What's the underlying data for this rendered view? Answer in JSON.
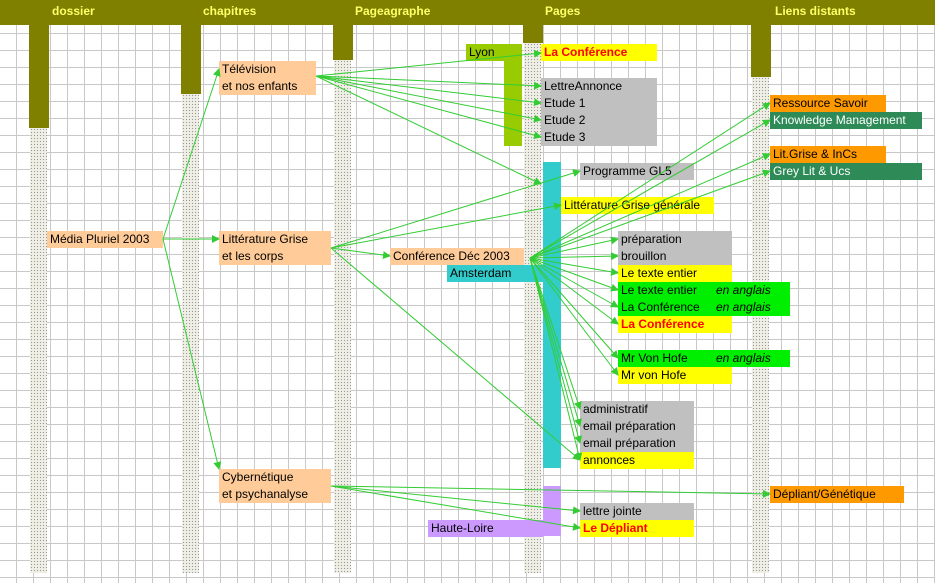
{
  "header": {
    "dossier": "dossier",
    "chapitres": "chapitres",
    "pageagraphe": "Pageagraphe",
    "pages": "Pages",
    "liens": "Liens distants"
  },
  "dossier": {
    "media": "Média Pluriel 2003"
  },
  "chapitres": {
    "tv1": "Télévision",
    "tv2": "et nos enfants",
    "lit1": "Littérature Grise",
    "lit2": "et les corps",
    "cyb1": "Cybernétique",
    "cyb2": "et psychanalyse"
  },
  "pageagraphe": {
    "lyon": "Lyon",
    "conf": "Conférence Déc 2003",
    "amsterdam": "Amsterdam",
    "haute_loire": "Haute-Loire"
  },
  "pages": {
    "la_conference_top": "La Conférence",
    "lettre_annonce": "LettreAnnonce",
    "etude1": "Etude 1",
    "etude2": "Etude 2",
    "etude3": "Etude 3",
    "programme": "Programme GL5",
    "lit_grise_gen": "Littérature Grise générale",
    "preparation": "préparation",
    "brouillon": "brouillon",
    "texte_entier": "Le texte entier",
    "texte_entier_en": "Le texte entier",
    "la_conf_en": "La Conférence",
    "en_anglais": "en anglais",
    "la_conference_red": "La Conférence",
    "mr_von_hofe_en": "Mr Von Hofe",
    "mr_von_hofe": "Mr von Hofe",
    "administratif": "administratif",
    "email1": "email préparation",
    "email2": "email préparation",
    "annonces": "annonces",
    "lettre_jointe": "lettre jointe",
    "le_depliant": "Le Dépliant"
  },
  "liens": {
    "ressource": "Ressource Savoir",
    "knowledge": "Knowledge Management",
    "lit_grise_incs": "Lit.Grise & InCs",
    "grey_lit": "Grey Lit & Ucs",
    "depliant_gen": "Dépliant/Génétique"
  },
  "colors": {
    "header": "#808000",
    "header_text": "#ffff66",
    "arrow": "#33cc33",
    "peach": "#ffcc99",
    "yellow": "#ffff00",
    "gray": "#c0c0c0",
    "green": "#00ee00",
    "orange": "#ff9900",
    "teal": "#2e8b57",
    "cyan": "#33cccc",
    "lime": "#99cc00",
    "lavender": "#cc99ff",
    "red_text": "#ff0000"
  }
}
